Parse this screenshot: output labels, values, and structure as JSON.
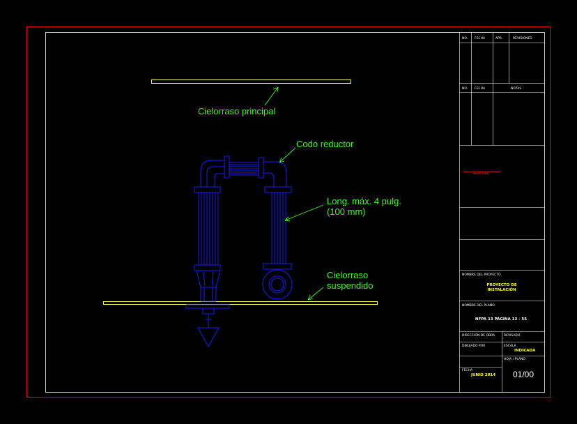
{
  "colors": {
    "background": "#000000",
    "outer_border": "#ff0000",
    "frame": "#ffffff",
    "pipe": "#1a1aff",
    "ceiling": "#ffff66",
    "callout": "#39ff14",
    "text_small": "#ffffff"
  },
  "labels": {
    "ceiling_main": "Cielorraso principal",
    "reducer": "Codo reductor",
    "max_length_1": "Long. máx. 4 pulg.",
    "max_length_2": "(100 mm)",
    "suspended_1": "Cielorraso",
    "suspended_2": "suspendido"
  },
  "title_block": {
    "revisions": {
      "no": "NO.",
      "fecha": "FECHA",
      "apr": "APR.",
      "revisiones": "REVISIONES"
    },
    "notes": {
      "no": "NO.",
      "fecha": "FECHA",
      "notas": "NOTAS"
    },
    "owner_label": "PROPIETARIO",
    "project_label": "NOMBRE DEL PROYECTO",
    "project_1": "PROYECTO DE",
    "project_2": "INSTALACIÓN",
    "plan_label": "NOMBRE DEL PLANO",
    "plan": "NFPA 13 PÁGINA 13 - 55",
    "director_label": "DIRECCIÓN DE OBRA",
    "review_label": "REVISADO",
    "drawing_label": "DIBUJADO POR",
    "scale_label": "ESCALA",
    "scale": "INDICADA",
    "date_label": "FECHA",
    "date": "JUNIO 2014",
    "sheet_label": "HOJA / PLANO",
    "sheet": "01/00"
  }
}
